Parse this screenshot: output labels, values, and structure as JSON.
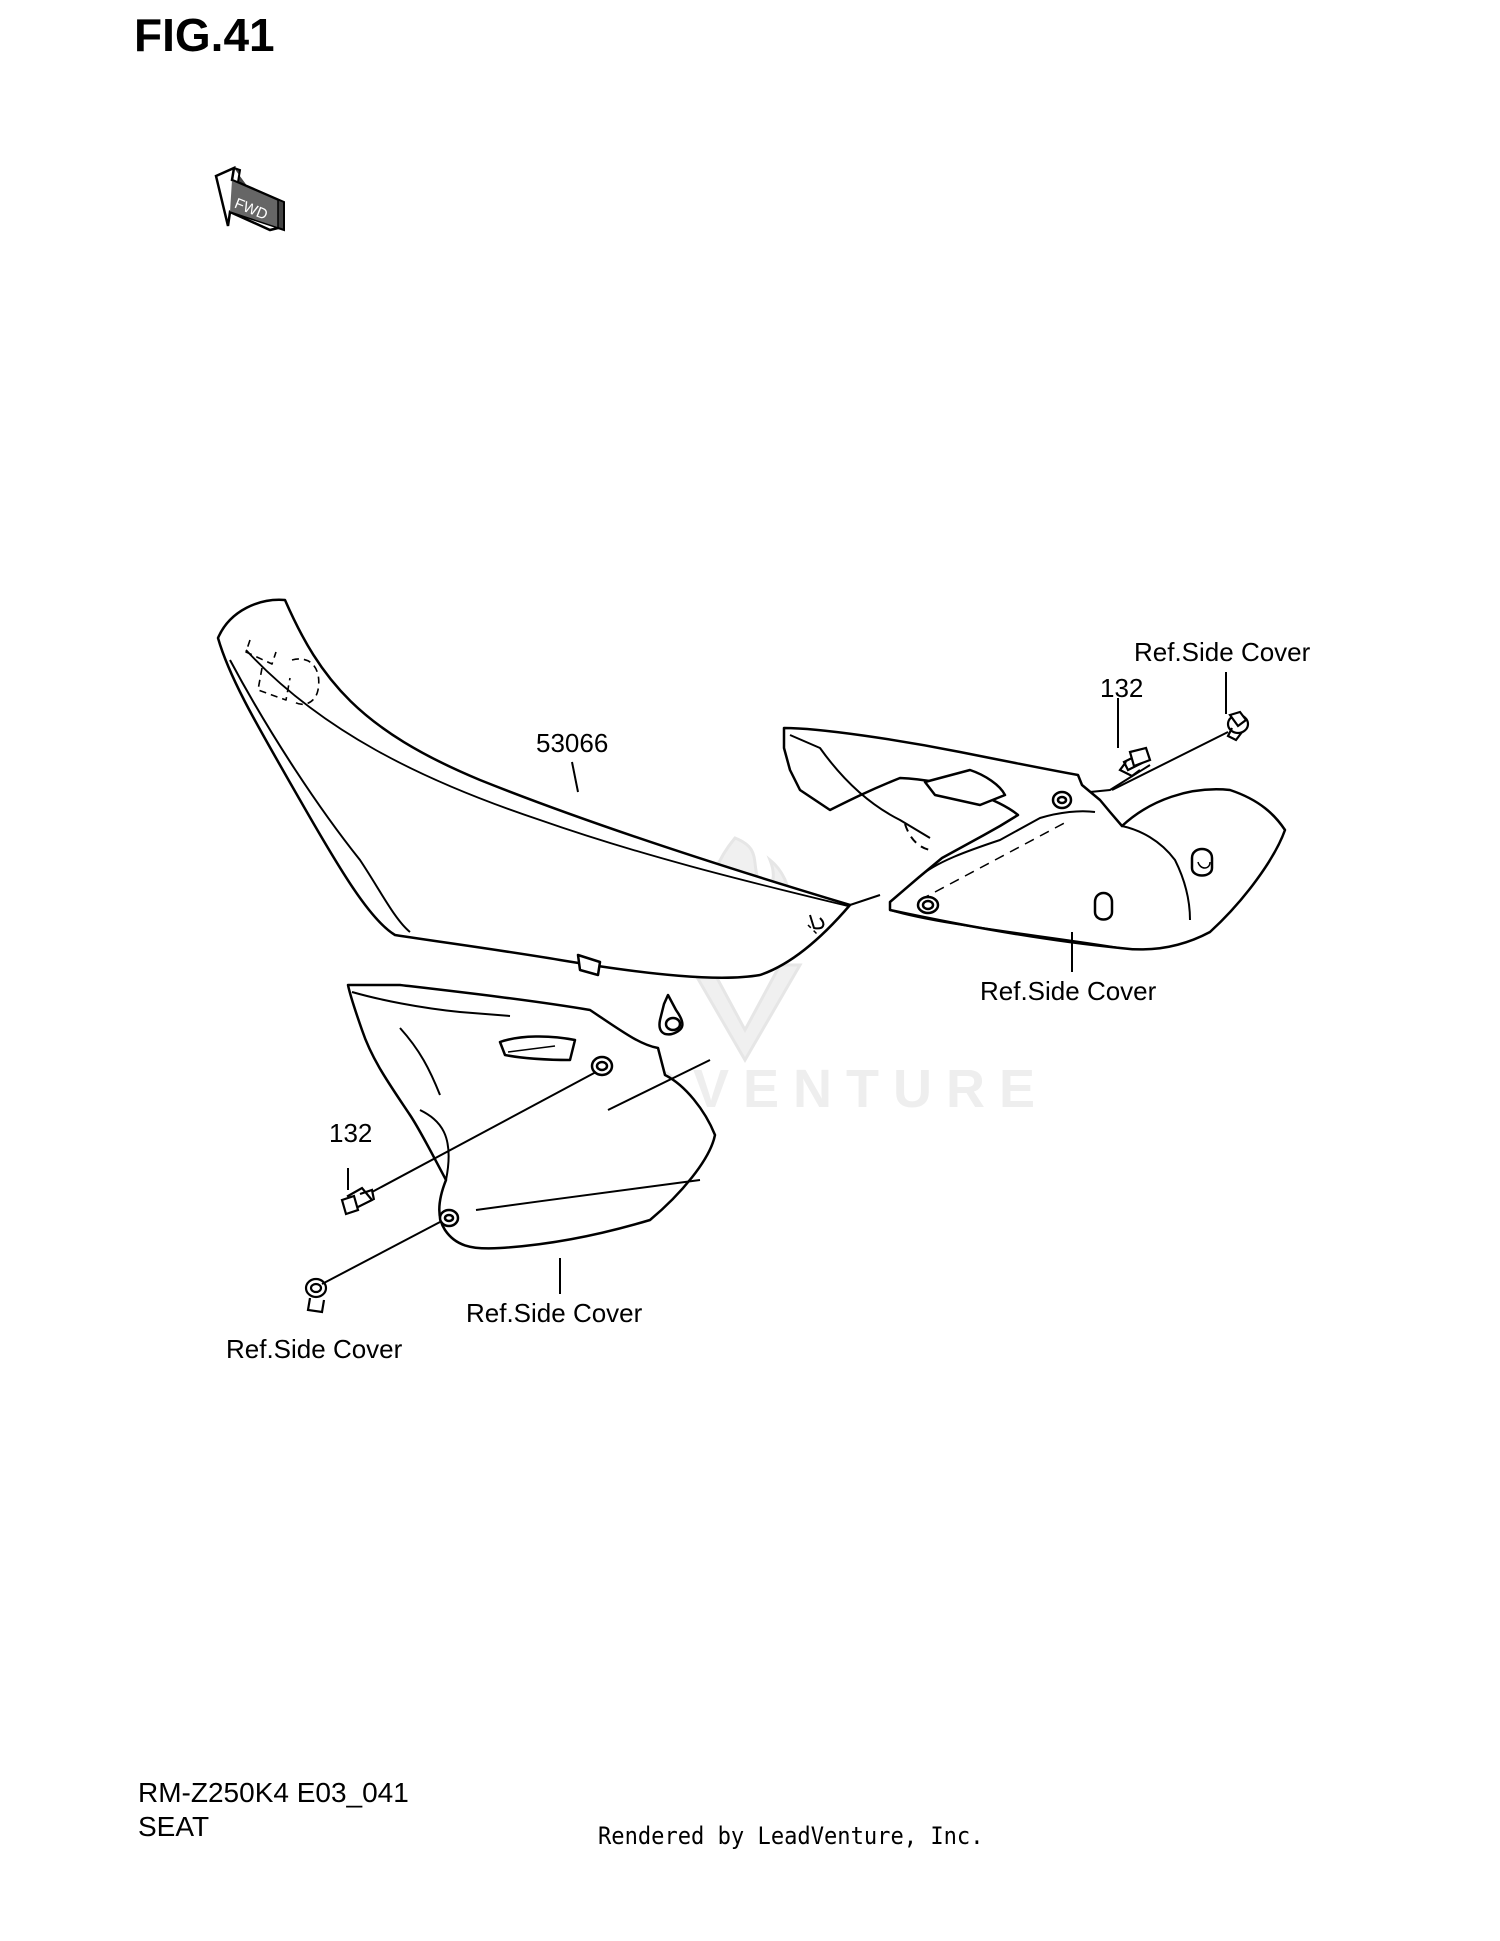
{
  "figure": {
    "title": "FIG.41",
    "fwd_label": "FWD"
  },
  "callouts": {
    "seat_part": "53066",
    "screw_right": "132",
    "ref_top_right": "Ref.Side Cover",
    "ref_right_lower": "Ref.Side Cover",
    "screw_left": "132",
    "ref_left_lower": "Ref.Side Cover",
    "ref_left_bottom": "Ref.Side Cover"
  },
  "footer": {
    "model": "RM-Z250K4 E03_041",
    "section": "SEAT",
    "rendered_by": "Rendered by LeadVenture, Inc."
  },
  "watermark": {
    "text": "LEADVENTURE"
  }
}
